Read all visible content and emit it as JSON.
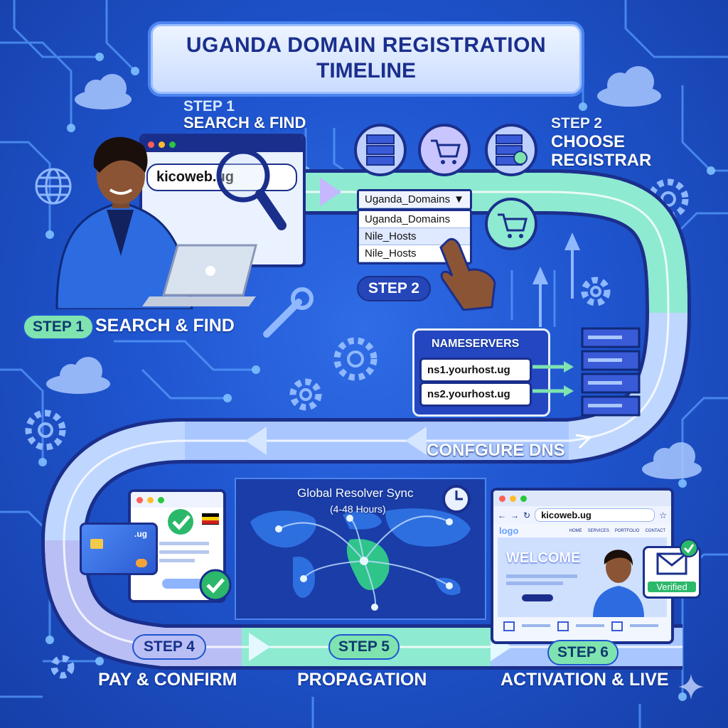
{
  "title": {
    "line1": "UGANDA DOMAIN REGISTRATION",
    "line2": "TIMELINE"
  },
  "step1": {
    "top_label_step": "STEP 1",
    "top_label_name": "SEARCH & FIND",
    "search_value": "kicoweb.ug",
    "pill": "STEP 1",
    "name": "SEARCH & FIND"
  },
  "step2": {
    "top_label_step": "STEP 2",
    "top_label_name_line1": "CHOOSE",
    "top_label_name_line2": "REGISTRAR",
    "dropdown_selected": "Uganda_Domains",
    "dropdown_options": [
      "Uganda_Domains",
      "Nile_Hosts",
      "Nile_Hosts"
    ],
    "pill": "STEP 2"
  },
  "step3": {
    "panel_title": "NAMESERVERS",
    "ns1": "ns1.yourhost.ug",
    "ns2": "ns2.yourhost.ug",
    "name": "CONFGURE DNS"
  },
  "step4": {
    "pill": "STEP 4",
    "name": "PAY & CONFIRM",
    "card_label": ".ug"
  },
  "step5": {
    "pill": "STEP 5",
    "name": "PROPAGATION",
    "map_title": "Global Resolver Sync",
    "map_subtitle": "(4-48 Hours)"
  },
  "step6": {
    "pill": "STEP 6",
    "name": "ACTIVATION & LIVE",
    "url": "kicoweb.ug",
    "logo_text": "logo",
    "nav": [
      "HOME",
      "SERVICES",
      "PORTFOLIO",
      "CONTACT"
    ],
    "welcome": "WELCOME",
    "badge": "Verified"
  },
  "colors": {
    "background": "#1f55cf",
    "navy": "#1a2f8c",
    "mint": "#7fe3b0",
    "lavender": "#b9bff5",
    "light_blue": "#bfd6ff"
  }
}
